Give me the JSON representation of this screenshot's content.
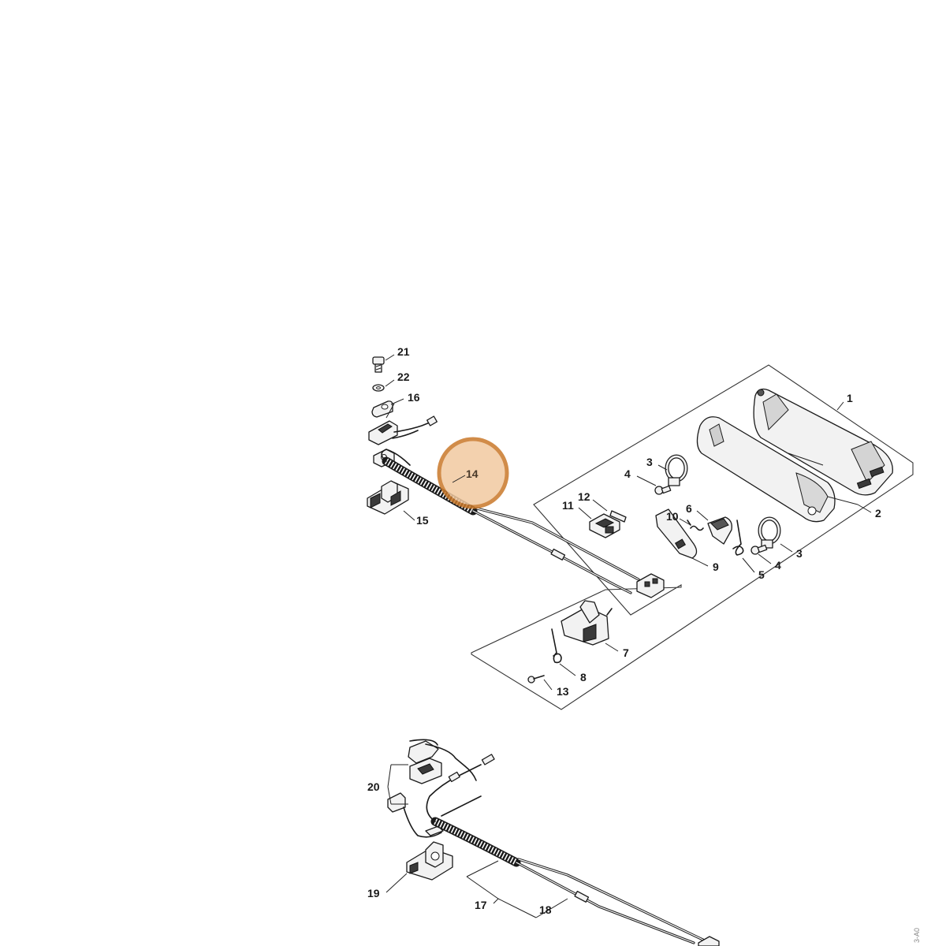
{
  "diagram": {
    "highlight_color": "#c9782a",
    "highlight_fill": "#f2c9a0",
    "highlighted_part": "14",
    "callouts": [
      "1",
      "2",
      "3",
      "3",
      "4",
      "4",
      "5",
      "6",
      "7",
      "8",
      "9",
      "10",
      "11",
      "12",
      "13",
      "14",
      "15",
      "16",
      "17",
      "18",
      "19",
      "20",
      "21",
      "22"
    ],
    "corner_code": "3-A0"
  }
}
